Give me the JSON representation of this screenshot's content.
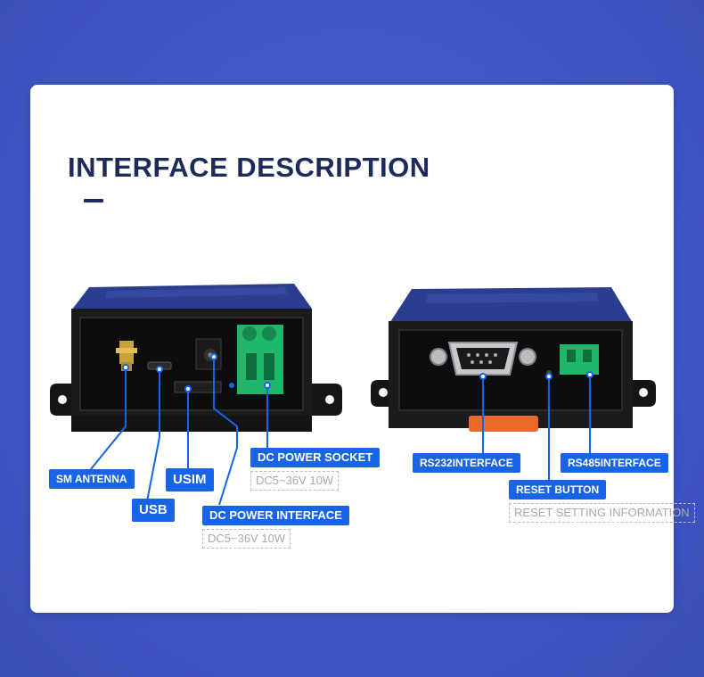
{
  "heading": "INTERFACE DESCRIPTION",
  "colors": {
    "accent": "#1765e6",
    "heading": "#1d2a5c",
    "background": "#4258c9",
    "terminal": "#1fb86a"
  },
  "left_device": {
    "labels": {
      "sm_antenna": "SM ANTENNA",
      "usb": "USB",
      "usim": "USIM",
      "dc_power_socket": "DC POWER SOCKET",
      "dc_power_socket_spec": "DC5~36V 10W",
      "dc_power_interface": "DC POWER INTERFACE",
      "dc_power_interface_spec": "DC5~36V 10W"
    }
  },
  "right_device": {
    "labels": {
      "rs232": "RS232INTERFACE",
      "rs485": "RS485INTERFACE",
      "reset_button": "RESET BUTTON",
      "reset_info": "RESET SETTING INFORMATION"
    }
  }
}
